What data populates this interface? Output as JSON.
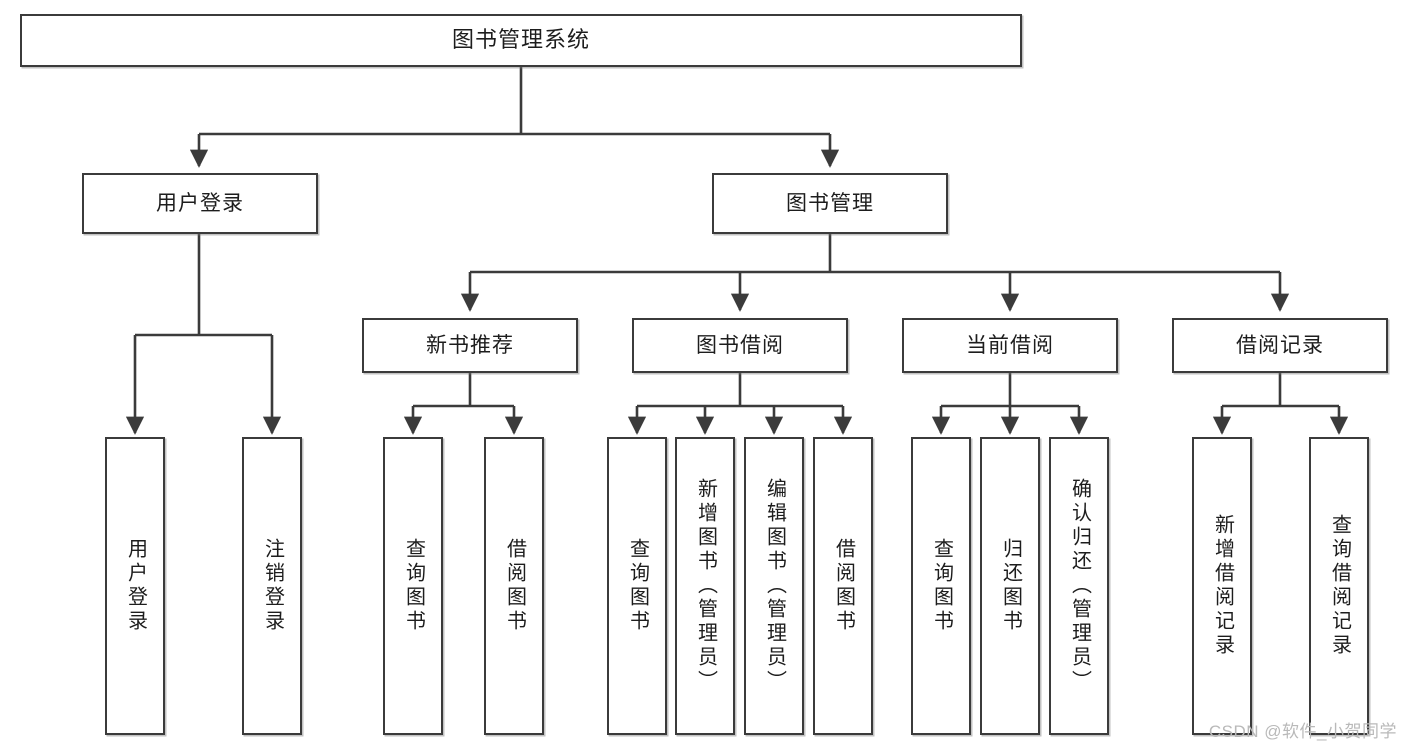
{
  "diagram": {
    "type": "tree-hierarchy-chart",
    "title": "图书管理系统",
    "watermark": "CSDN @软件_小贺同学",
    "colors": {
      "box_border": "#3b3b3b",
      "box_fill": "#ffffff",
      "connector": "#3b3b3b",
      "text": "#1d1d1d",
      "watermark": "#b9b9b9"
    },
    "nodes": {
      "root": {
        "label": "图书管理系统"
      },
      "level2": [
        {
          "label": "用户登录"
        },
        {
          "label": "图书管理"
        }
      ],
      "level3": [
        {
          "label": "新书推荐"
        },
        {
          "label": "图书借阅"
        },
        {
          "label": "当前借阅"
        },
        {
          "label": "借阅记录"
        }
      ],
      "leaves": {
        "user_login": [
          {
            "label": "用户登录"
          },
          {
            "label": "注销登录"
          }
        ],
        "new_book_recommend": [
          {
            "label": "查询图书"
          },
          {
            "label": "借阅图书"
          }
        ],
        "book_borrow": [
          {
            "label": "查询图书"
          },
          {
            "label": "新增图书（管理员）"
          },
          {
            "label": "编辑图书（管理员）"
          },
          {
            "label": "借阅图书"
          }
        ],
        "current_borrow": [
          {
            "label": "查询图书"
          },
          {
            "label": "归还图书"
          },
          {
            "label": "确认归还（管理员）"
          }
        ],
        "borrow_record": [
          {
            "label": "新增借阅记录"
          },
          {
            "label": "查询借阅记录"
          }
        ]
      }
    }
  }
}
